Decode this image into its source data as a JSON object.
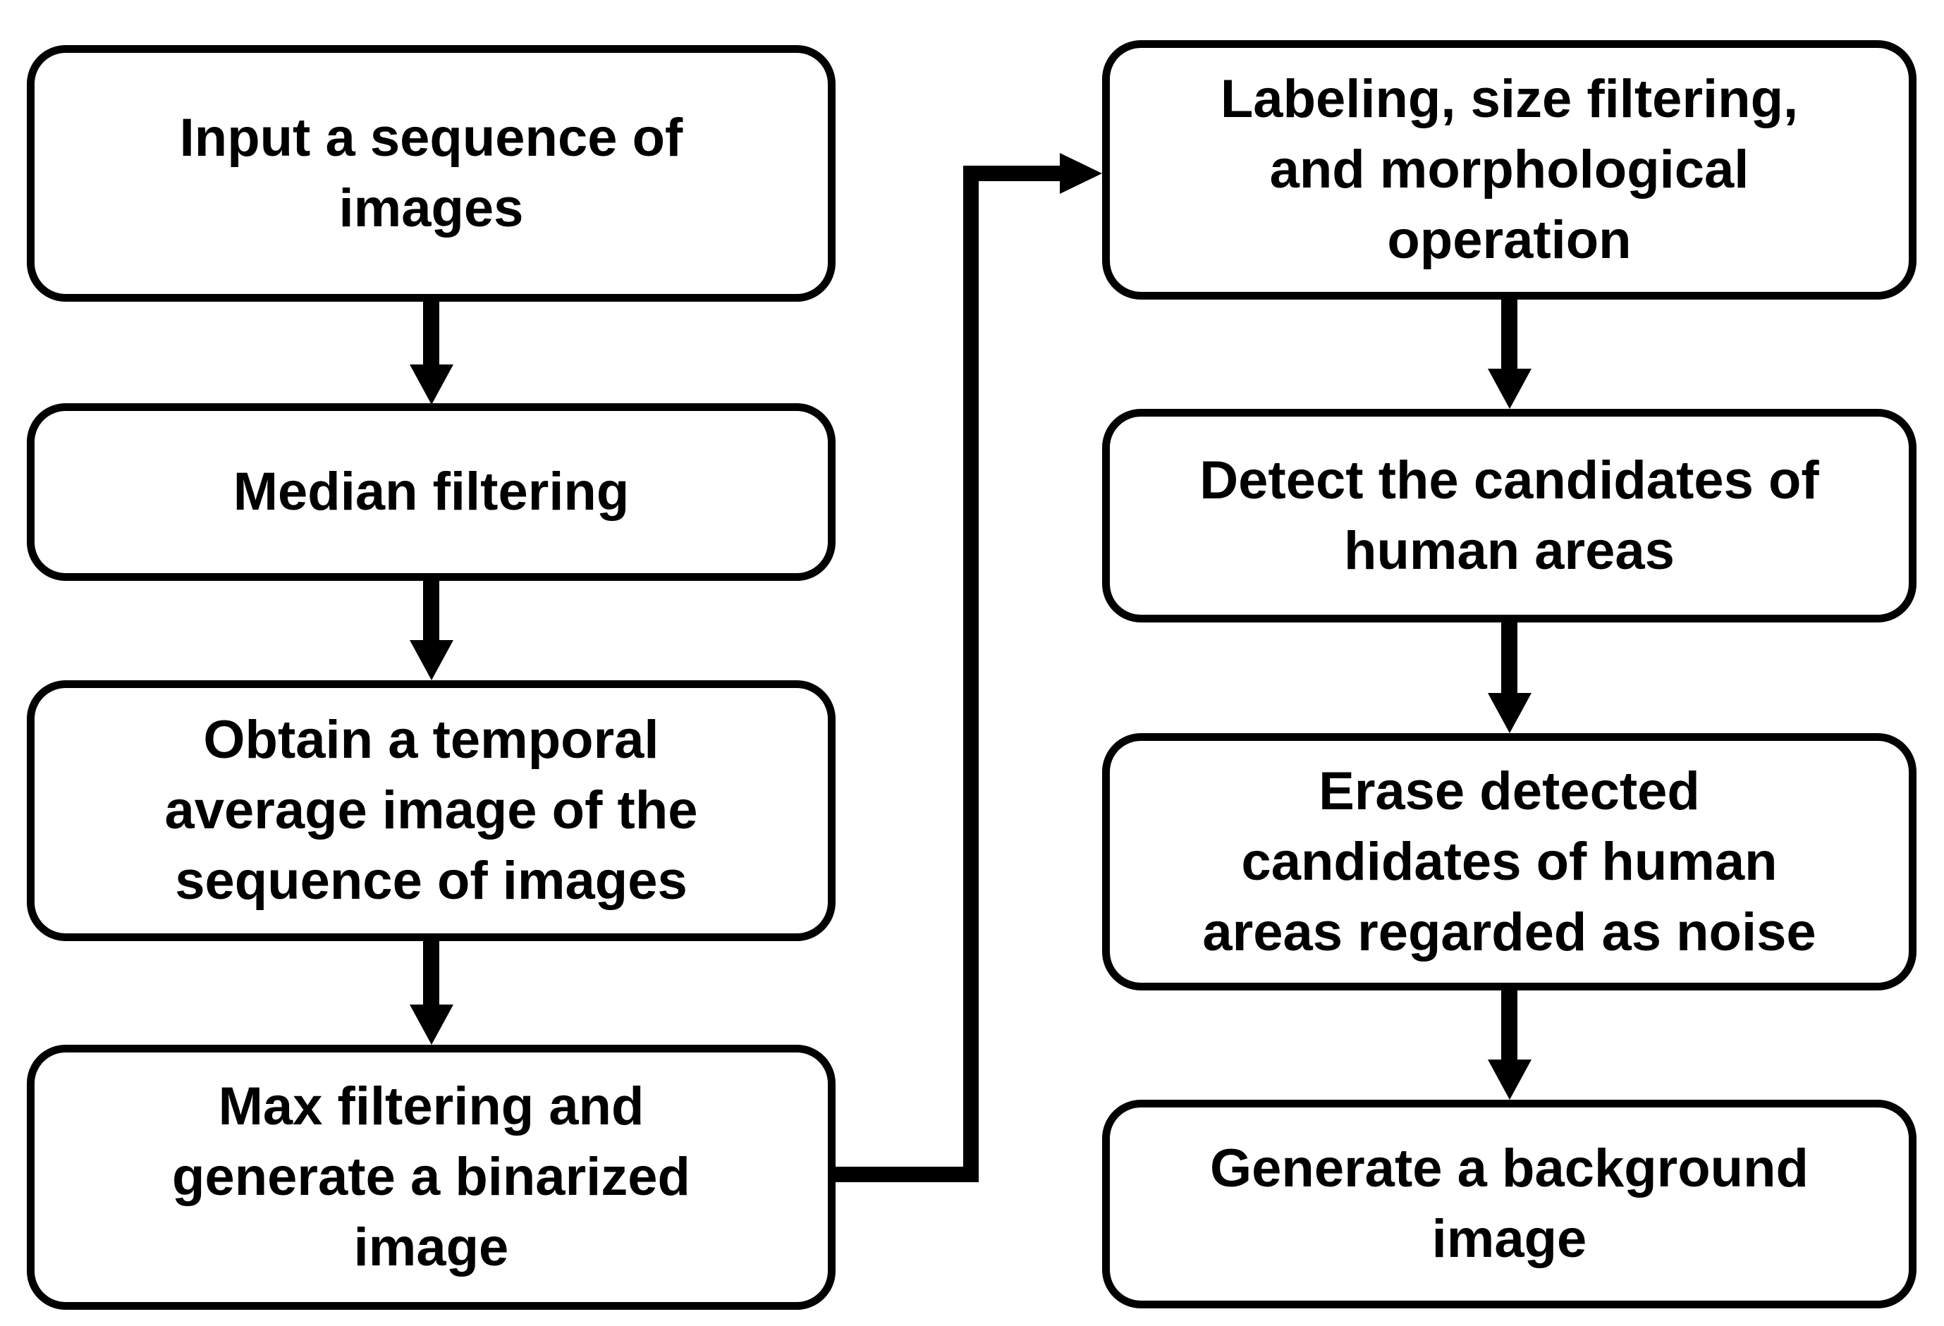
{
  "flowchart": {
    "colors": {
      "stroke": "#000000",
      "fill": "#ffffff",
      "background": "#ffffff"
    },
    "nodes": [
      {
        "id": "input-sequence",
        "label": "Input a sequence of\nimages"
      },
      {
        "id": "median-filtering",
        "label": "Median filtering"
      },
      {
        "id": "temporal-average",
        "label": "Obtain a temporal\naverage image of the\nsequence of images"
      },
      {
        "id": "max-filtering",
        "label": "Max filtering and\ngenerate a binarized\nimage"
      },
      {
        "id": "labeling-morphology",
        "label": "Labeling, size filtering,\nand morphological\noperation"
      },
      {
        "id": "detect-candidates",
        "label": "Detect the candidates of\nhuman areas"
      },
      {
        "id": "erase-candidates",
        "label": "Erase detected\ncandidates of human\nareas regarded as noise"
      },
      {
        "id": "generate-background",
        "label": "Generate a background\nimage"
      }
    ],
    "edges": [
      {
        "from": "input-sequence",
        "to": "median-filtering",
        "shape": "straight-down"
      },
      {
        "from": "median-filtering",
        "to": "temporal-average",
        "shape": "straight-down"
      },
      {
        "from": "temporal-average",
        "to": "max-filtering",
        "shape": "straight-down"
      },
      {
        "from": "max-filtering",
        "to": "labeling-morphology",
        "shape": "right-up-right-elbow"
      },
      {
        "from": "labeling-morphology",
        "to": "detect-candidates",
        "shape": "straight-down"
      },
      {
        "from": "detect-candidates",
        "to": "erase-candidates",
        "shape": "straight-down"
      },
      {
        "from": "erase-candidates",
        "to": "generate-background",
        "shape": "straight-down"
      }
    ]
  }
}
